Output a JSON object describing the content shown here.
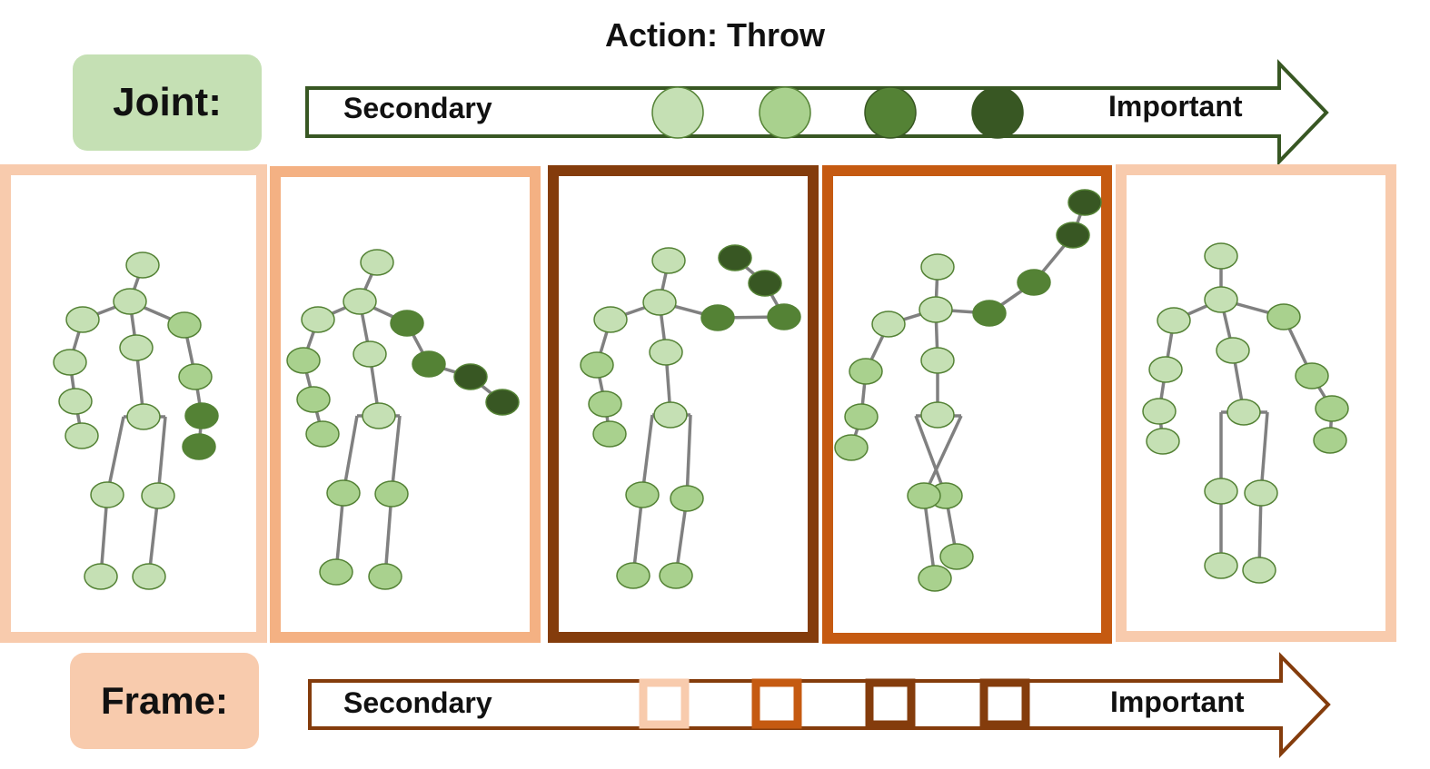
{
  "title": "Action: Throw",
  "joint_label": "Joint:",
  "frame_label": "Frame:",
  "joint_scale": {
    "left_label": "Secondary",
    "right_label": "Important",
    "levels": [
      "#c5e0b4",
      "#a9d18e",
      "#548235",
      "#385723"
    ],
    "stroke": "#385723"
  },
  "frame_scale": {
    "left_label": "Secondary",
    "right_label": "Important",
    "levels": [
      "#f8cbad",
      "#c55a11",
      "#843c0c",
      "#843c0c"
    ],
    "stroke": "#843c0c"
  },
  "frames": [
    {
      "name": "frame-1",
      "border_color": "#f8cbad"
    },
    {
      "name": "frame-2",
      "border_color": "#f4b183"
    },
    {
      "name": "frame-3",
      "border_color": "#843c0c"
    },
    {
      "name": "frame-4",
      "border_color": "#c55a11"
    },
    {
      "name": "frame-5",
      "border_color": "#f8cbad"
    }
  ]
}
